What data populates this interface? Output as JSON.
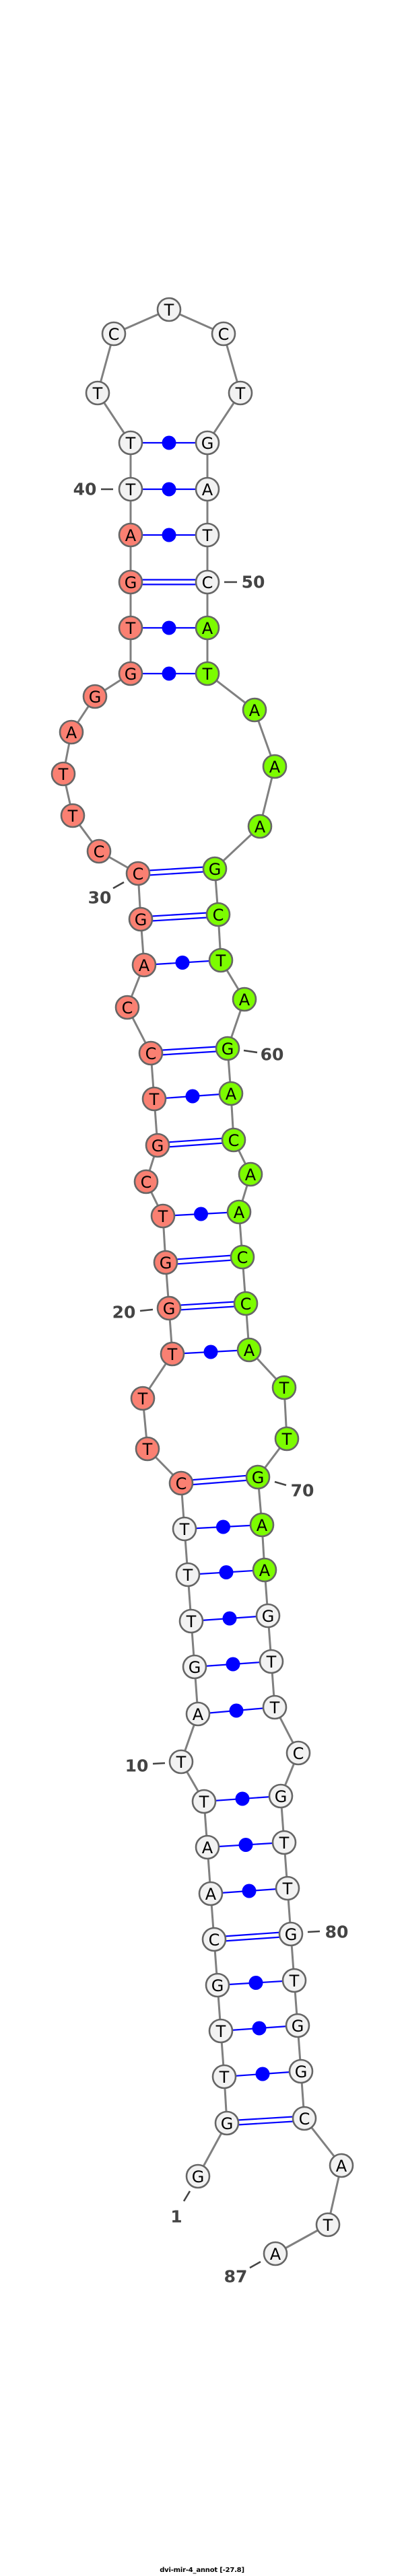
{
  "title": "dvi-mir-4_annot [-27.8]",
  "sequence": "GGTTGCAATTAGTTTCTTTGGTCGTCCAGCCTTAGGTGATTTCTCTGATCATAAAGCTAGACAACCATTGAAGTTCGTTGTGGCATA",
  "pairs": [
    [
      2,
      84
    ],
    [
      3,
      83
    ],
    [
      4,
      82
    ],
    [
      5,
      81
    ],
    [
      6,
      80
    ],
    [
      7,
      79
    ],
    [
      8,
      78
    ],
    [
      9,
      77
    ],
    [
      11,
      75
    ],
    [
      12,
      74
    ],
    [
      13,
      73
    ],
    [
      14,
      72
    ],
    [
      15,
      71
    ],
    [
      16,
      70
    ],
    [
      19,
      67
    ],
    [
      20,
      66
    ],
    [
      21,
      65
    ],
    [
      22,
      64
    ],
    [
      24,
      62
    ],
    [
      25,
      61
    ],
    [
      26,
      60
    ],
    [
      28,
      58
    ],
    [
      29,
      57
    ],
    [
      30,
      56
    ],
    [
      36,
      52
    ],
    [
      37,
      51
    ],
    [
      38,
      50
    ],
    [
      39,
      49
    ],
    [
      40,
      48
    ],
    [
      41,
      47
    ]
  ],
  "position_labels": [
    "1",
    "10",
    "20",
    "30",
    "40",
    "50",
    "60",
    "70",
    "80",
    "87"
  ],
  "colors": {
    "default_fill": "#f2f2f2",
    "region_5p_fill": "#fa8072",
    "region_3p_fill": "#7cfc00",
    "pair_line": "#0000ff",
    "backbone": "#808080"
  },
  "highlight_regions": [
    {
      "start": 16,
      "end": 39,
      "color_key": "region_5p_fill"
    },
    {
      "start": 51,
      "end": 72,
      "color_key": "region_3p_fill"
    }
  ]
}
